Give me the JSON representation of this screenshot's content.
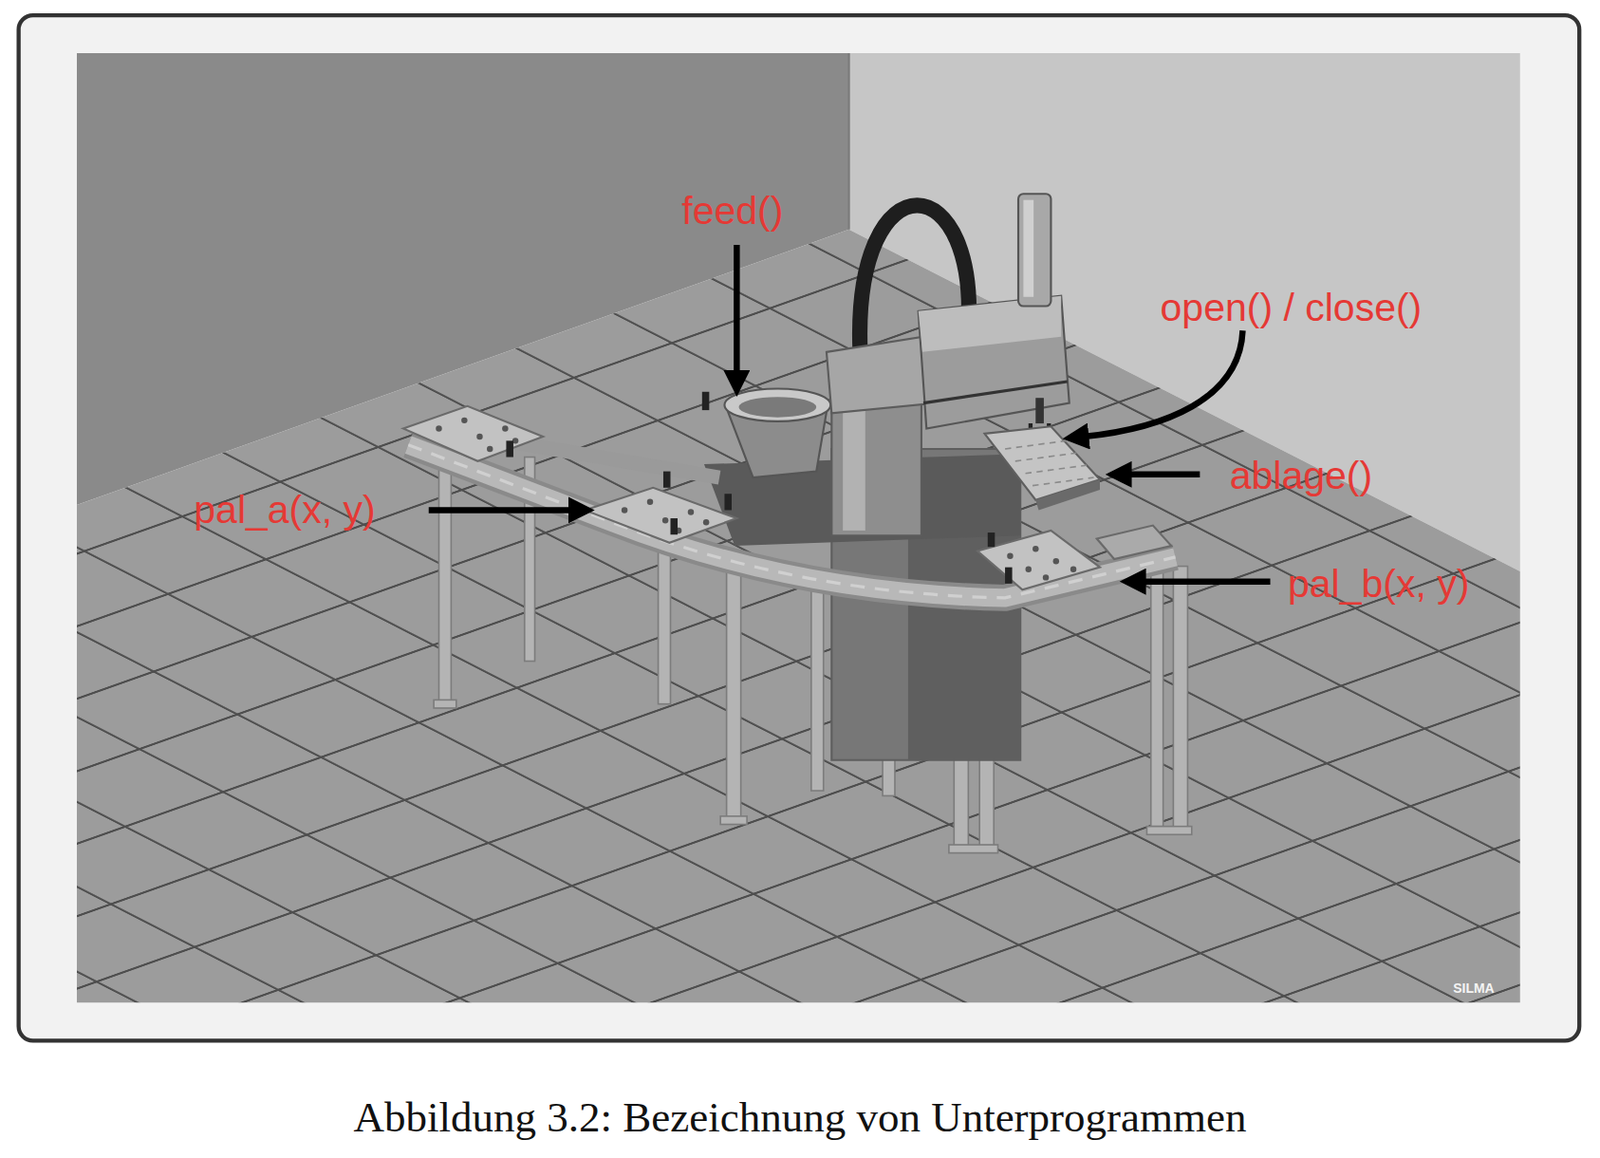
{
  "diagram": {
    "caption": "Abbildung 3.2: Bezeichnung von Unterprogrammen",
    "labels": [
      "feed()",
      "open() / close()",
      "ablage()",
      "pal_a(x, y)",
      "pal_b(x, y)",
      "SILMA"
    ]
  }
}
